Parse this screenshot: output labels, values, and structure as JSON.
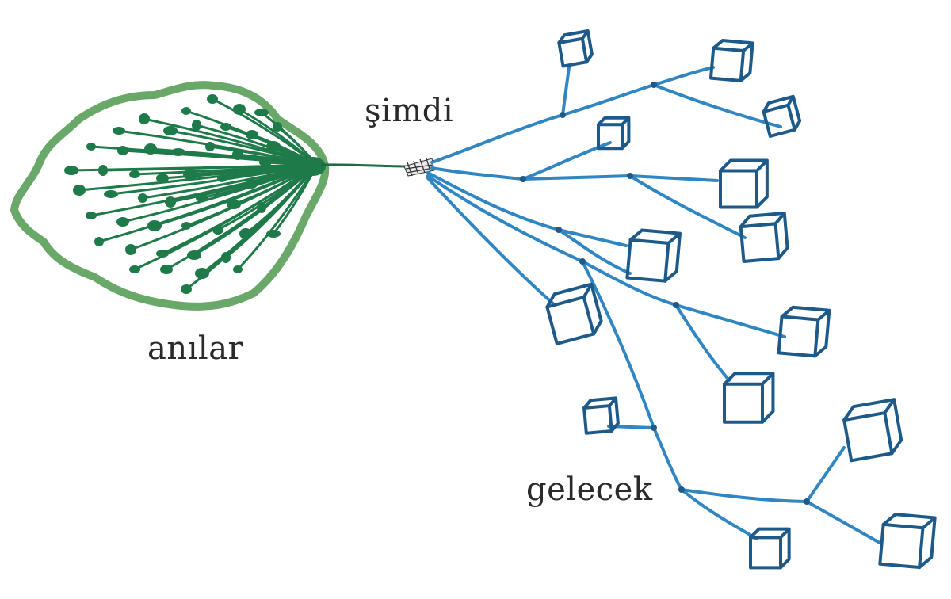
{
  "labels": {
    "now": "şimdi",
    "memories": "anılar",
    "future": "gelecek"
  },
  "colors": {
    "memories_ink": "#1f7a4a",
    "memories_edge": "#6aa86a",
    "future_ink_light": "#2f86c2",
    "future_ink_dark": "#1d5a8a",
    "text": "#2a2a2a"
  }
}
